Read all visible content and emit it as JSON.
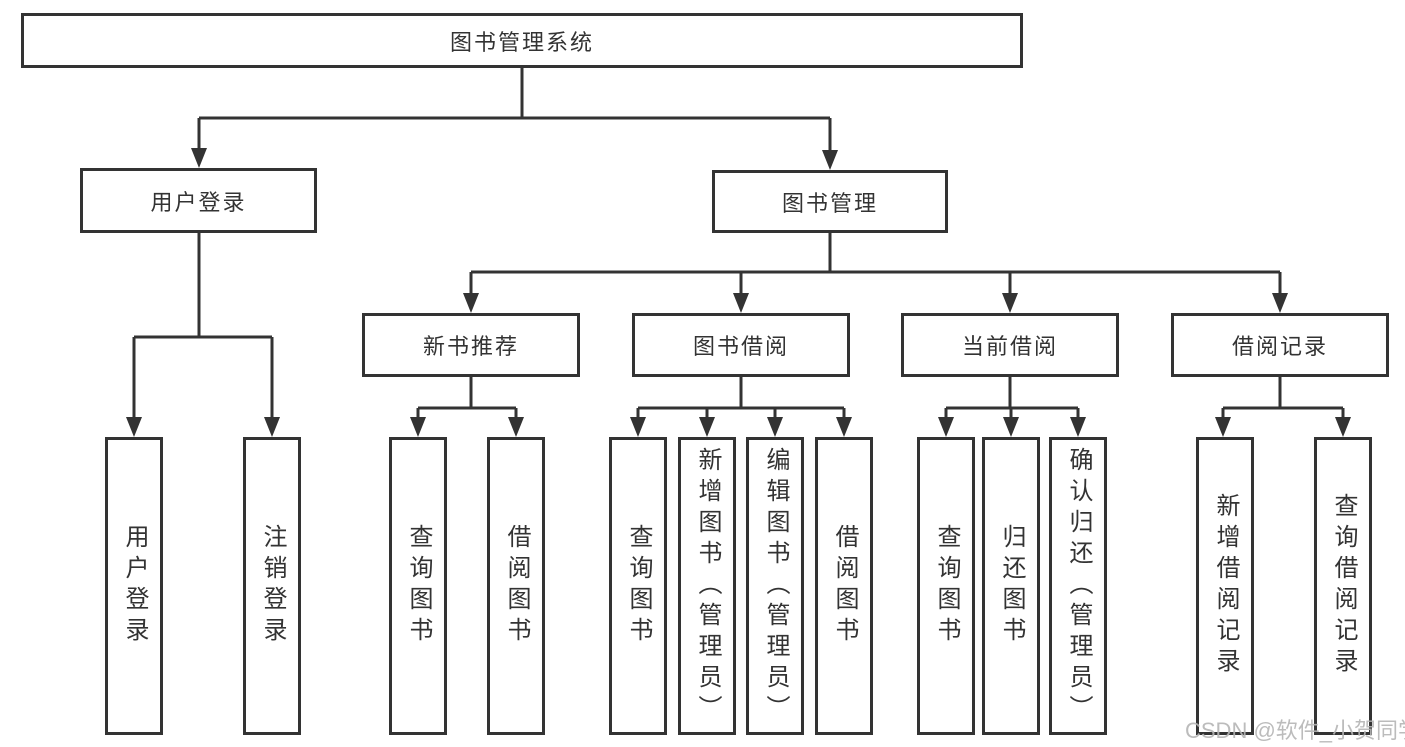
{
  "colors": {
    "line": "#333333",
    "text": "#333333",
    "watermark": "#b5b5b5",
    "background": "#ffffff"
  },
  "root": {
    "label": "图书管理系统"
  },
  "level2": [
    {
      "label": "用户登录"
    },
    {
      "label": "图书管理"
    }
  ],
  "level3": [
    {
      "label": "新书推荐"
    },
    {
      "label": "图书借阅"
    },
    {
      "label": "当前借阅"
    },
    {
      "label": "借阅记录"
    }
  ],
  "leaves": [
    {
      "label": "用户登录",
      "parent": "用户登录"
    },
    {
      "label": "注销登录",
      "parent": "用户登录"
    },
    {
      "label": "查询图书",
      "parent": "新书推荐"
    },
    {
      "label": "借阅图书",
      "parent": "新书推荐"
    },
    {
      "label": "查询图书",
      "parent": "图书借阅"
    },
    {
      "label": "新增图书（管理员）",
      "parent": "图书借阅"
    },
    {
      "label": "编辑图书（管理员）",
      "parent": "图书借阅"
    },
    {
      "label": "借阅图书",
      "parent": "图书借阅"
    },
    {
      "label": "查询图书",
      "parent": "当前借阅"
    },
    {
      "label": "归还图书",
      "parent": "当前借阅"
    },
    {
      "label": "确认归还（管理员）",
      "parent": "当前借阅"
    },
    {
      "label": "新增借阅记录",
      "parent": "借阅记录"
    },
    {
      "label": "查询借阅记录",
      "parent": "借阅记录"
    }
  ],
  "watermark": {
    "text": "CSDN @软件_小贺同学"
  }
}
